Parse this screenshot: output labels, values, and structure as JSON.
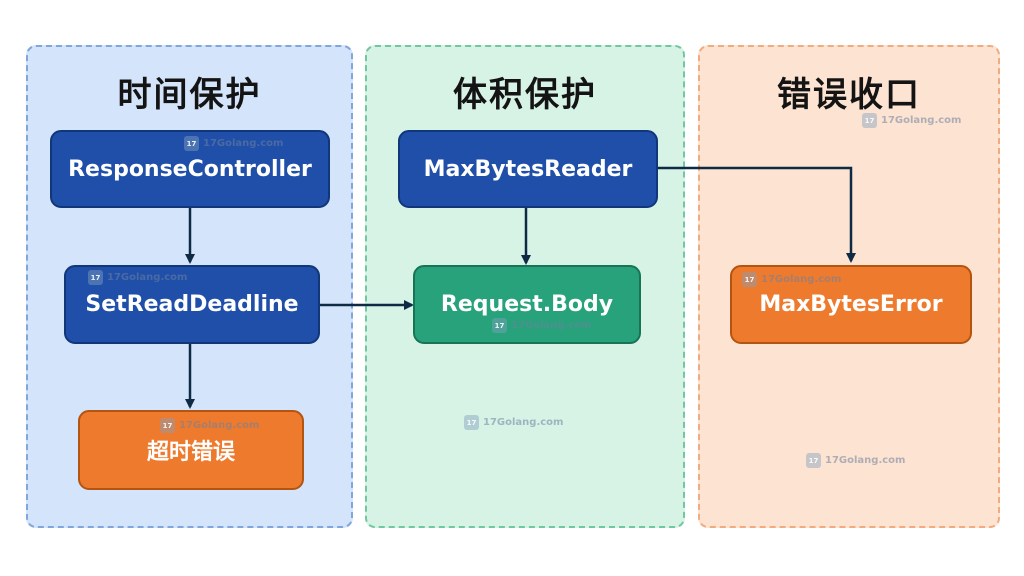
{
  "panels": {
    "time": {
      "title": "时间保护"
    },
    "size": {
      "title": "体积保护"
    },
    "error": {
      "title": "错误收口"
    }
  },
  "nodes": {
    "response_controller": "ResponseController",
    "set_read_deadline": "SetReadDeadline",
    "timeout_error": "超时错误",
    "max_bytes_reader": "MaxBytesReader",
    "request_body": "Request.Body",
    "max_bytes_error": "MaxBytesError"
  },
  "edges": [
    {
      "from": "ResponseController",
      "to": "SetReadDeadline"
    },
    {
      "from": "SetReadDeadline",
      "to": "超时错误"
    },
    {
      "from": "SetReadDeadline",
      "to": "Request.Body"
    },
    {
      "from": "MaxBytesReader",
      "to": "Request.Body"
    },
    {
      "from": "MaxBytesReader",
      "to": "MaxBytesError"
    }
  ],
  "colors": {
    "blue_node": "#1f4fa8",
    "green_node": "#27a27a",
    "orange_node": "#ee7a2e",
    "arrow": "#0f2a44"
  },
  "watermark": {
    "text": "17Golang.com",
    "logo_icon": "17golang-logo-icon"
  }
}
